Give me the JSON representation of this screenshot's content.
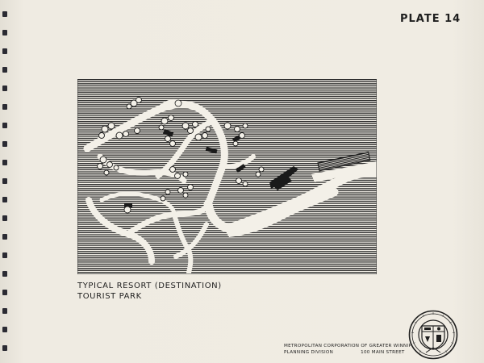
{
  "plate": {
    "title": "PLATE 14"
  },
  "caption": {
    "line1": "TYPICAL RESORT (DESTINATION)",
    "line2": "TOURIST PARK"
  },
  "organization": {
    "name": "METROPOLITAN CORPORATION OF GREATER WINNIPEG",
    "division": "PLANNING DIVISION",
    "address": "100 MAIN STREET"
  },
  "colors": {
    "paper": "#f0ece3",
    "ink": "#1e1e1e",
    "road": "#f3f0e8",
    "binding": "#2b2b33"
  },
  "icons": {
    "seal": "corporation-seal-icon",
    "binding": "spiral-binding-icon"
  }
}
